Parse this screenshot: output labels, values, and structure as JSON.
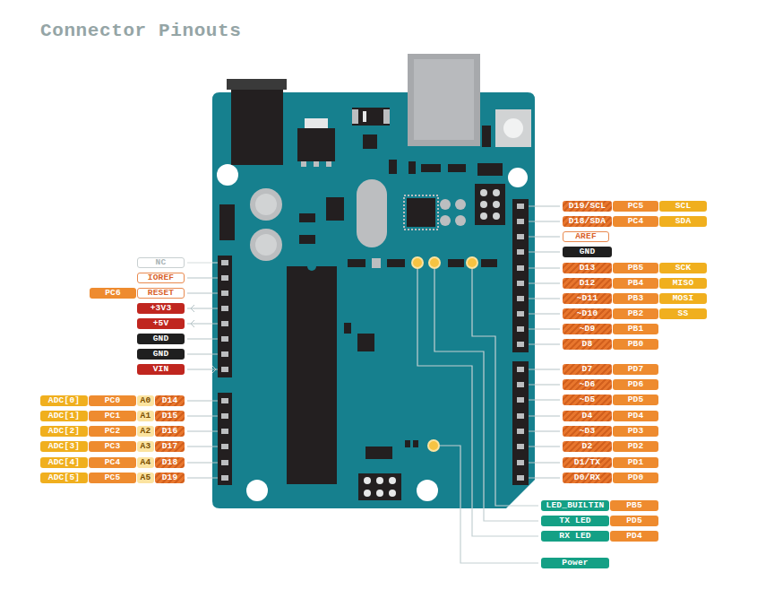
{
  "diagram": {
    "title": "Connector Pinouts",
    "nodes": [
      {
        "text": [
          "NC"
        ]
      },
      {
        "text": [
          "IOREF"
        ]
      },
      {
        "text": [
          "PC6"
        ]
      },
      {
        "text": [
          "RESET"
        ]
      },
      {
        "text": [
          "+3V3"
        ]
      },
      {
        "text": [
          "+5V"
        ]
      },
      {
        "text": [
          "GND"
        ]
      },
      {
        "text": [
          "GND"
        ]
      },
      {
        "text": [
          "VIN"
        ]
      },
      {
        "text": [
          "ADC[0]"
        ]
      },
      {
        "text": [
          "PC0"
        ]
      },
      {
        "text": [
          "A0"
        ]
      },
      {
        "text": [
          "D14"
        ]
      },
      {
        "text": [
          "ADC[1]"
        ]
      },
      {
        "text": [
          "PC1"
        ]
      },
      {
        "text": [
          "A1"
        ]
      },
      {
        "text": [
          "D15"
        ]
      },
      {
        "text": [
          "ADC[2]"
        ]
      },
      {
        "text": [
          "PC2"
        ]
      },
      {
        "text": [
          "A2"
        ]
      },
      {
        "text": [
          "D16"
        ]
      },
      {
        "text": [
          "ADC[3]"
        ]
      },
      {
        "text": [
          "PC3"
        ]
      },
      {
        "text": [
          "A3"
        ]
      },
      {
        "text": [
          "D17"
        ]
      },
      {
        "text": [
          "ADC[4]"
        ]
      },
      {
        "text": [
          "PC4"
        ]
      },
      {
        "text": [
          "A4"
        ]
      },
      {
        "text": [
          "D18"
        ]
      },
      {
        "text": [
          "ADC[5]"
        ]
      },
      {
        "text": [
          "PC5"
        ]
      },
      {
        "text": [
          "A5"
        ]
      },
      {
        "text": [
          "D19"
        ]
      },
      {
        "text": [
          "D19/SCL"
        ]
      },
      {
        "text": [
          "PC5"
        ]
      },
      {
        "text": [
          "SCL"
        ]
      },
      {
        "text": [
          "D18/SDA"
        ]
      },
      {
        "text": [
          "PC4"
        ]
      },
      {
        "text": [
          "SDA"
        ]
      },
      {
        "text": [
          "AREF"
        ]
      },
      {
        "text": [
          "GND"
        ]
      },
      {
        "text": [
          "D13"
        ]
      },
      {
        "text": [
          "PB5"
        ]
      },
      {
        "text": [
          "SCK"
        ]
      },
      {
        "text": [
          "D12"
        ]
      },
      {
        "text": [
          "PB4"
        ]
      },
      {
        "text": [
          "MISO"
        ]
      },
      {
        "text": [
          "~D11"
        ]
      },
      {
        "text": [
          "PB3"
        ]
      },
      {
        "text": [
          "MOSI"
        ]
      },
      {
        "text": [
          "~D10"
        ]
      },
      {
        "text": [
          "PB2"
        ]
      },
      {
        "text": [
          "SS"
        ]
      },
      {
        "text": [
          "~D9"
        ]
      },
      {
        "text": [
          "PB1"
        ]
      },
      {
        "text": [
          "D8"
        ]
      },
      {
        "text": [
          "PB0"
        ]
      },
      {
        "text": [
          "D7"
        ]
      },
      {
        "text": [
          "PD7"
        ]
      },
      {
        "text": [
          "~D6"
        ]
      },
      {
        "text": [
          "PD6"
        ]
      },
      {
        "text": [
          "~D5"
        ]
      },
      {
        "text": [
          "PD5"
        ]
      },
      {
        "text": [
          "D4"
        ]
      },
      {
        "text": [
          "PD4"
        ]
      },
      {
        "text": [
          "~D3"
        ]
      },
      {
        "text": [
          "PD3"
        ]
      },
      {
        "text": [
          "D2"
        ]
      },
      {
        "text": [
          "PD2"
        ]
      },
      {
        "text": [
          "D1/TX"
        ]
      },
      {
        "text": [
          "PD1"
        ]
      },
      {
        "text": [
          "D0/RX"
        ]
      },
      {
        "text": [
          "PD0"
        ]
      },
      {
        "text": [
          "LED_BUILTIN"
        ]
      },
      {
        "text": [
          "PB5"
        ]
      },
      {
        "text": [
          "TX LED"
        ]
      },
      {
        "text": [
          "PD5"
        ]
      },
      {
        "text": [
          "RX LED"
        ]
      },
      {
        "text": [
          "PD4"
        ]
      },
      {
        "text": [
          "Power"
        ]
      }
    ]
  }
}
